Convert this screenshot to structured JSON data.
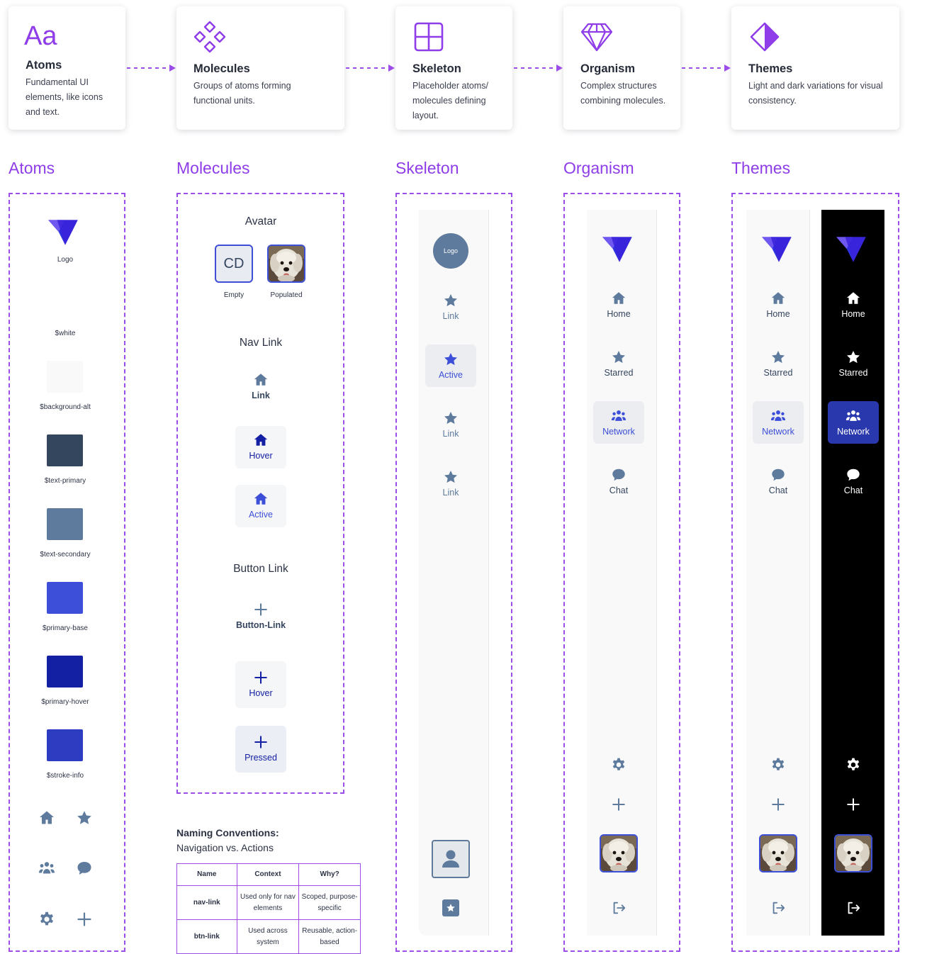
{
  "cards": [
    {
      "icon": "letters-aa-icon",
      "glyph": "Aa",
      "title": "Atoms",
      "desc": "Fundamental UI elements, like icons and text."
    },
    {
      "icon": "molecule-diamonds-icon",
      "title": "Molecules",
      "desc": "Groups of atoms forming functional units."
    },
    {
      "icon": "grid-layout-icon",
      "title": "Skeleton",
      "desc": "Placeholder atoms/ molecules defining layout."
    },
    {
      "icon": "gem-icon",
      "title": "Organism",
      "desc": "Complex structures combining molecules."
    },
    {
      "icon": "half-diamond-icon",
      "title": "Themes",
      "desc": "Light and dark variations for visual consistency."
    }
  ],
  "sections": {
    "atoms": "Atoms",
    "molecules": "Molecules",
    "skeleton": "Skeleton",
    "organism": "Organism",
    "themes": "Themes"
  },
  "atoms": {
    "logo_label": "Logo",
    "swatches": [
      {
        "label": "$white",
        "color": "#ffffff"
      },
      {
        "label": "$background-alt",
        "color": "#f9f9fa"
      },
      {
        "label": "$text-primary",
        "color": "#34455e"
      },
      {
        "label": "$text-secondary",
        "color": "#5e7a9c"
      },
      {
        "label": "$primary-base",
        "color": "#3d4fd9"
      },
      {
        "label": "$primary-hover",
        "color": "#1420a3"
      },
      {
        "label": "$stroke-info",
        "color": "#2e3cc2"
      }
    ],
    "icons": [
      "home-icon",
      "star-icon",
      "people-icon",
      "chat-icon",
      "gear-icon",
      "plus-icon"
    ]
  },
  "molecules": {
    "avatar_heading": "Avatar",
    "avatar_initials": "CD",
    "avatar_empty_label": "Empty",
    "avatar_populated_label": "Populated",
    "navlink_heading": "Nav Link",
    "navlink_states": [
      "Link",
      "Hover",
      "Active"
    ],
    "buttonlink_heading": "Button Link",
    "buttonlink_states": [
      "Button-Link",
      "Hover",
      "Pressed"
    ]
  },
  "skeleton": {
    "logo_placeholder": "Logo",
    "items": [
      "Link",
      "Active",
      "Link",
      "Link"
    ]
  },
  "organism": {
    "items": [
      "Home",
      "Starred",
      "Network",
      "Chat"
    ]
  },
  "themes": {
    "light_items": [
      "Home",
      "Starred",
      "Network",
      "Chat"
    ],
    "dark_items": [
      "Home",
      "Starred",
      "Network",
      "Chat"
    ]
  },
  "naming": {
    "title": "Naming Conventions:",
    "subtitle": "Navigation vs. Actions",
    "headers": [
      "Name",
      "Context",
      "Why?"
    ],
    "rows": [
      {
        "name": "nav-link",
        "context": "Used only for nav elements",
        "why": "Scoped, purpose-specific"
      },
      {
        "name": "btn-link",
        "context": "Used across system",
        "why": "Reusable, action-based"
      }
    ]
  },
  "colors": {
    "accent": "#9d4ee9",
    "primary": "#3d4fd9",
    "text_primary": "#34455e",
    "text_secondary": "#5e7a9c",
    "dark_bg": "#000000"
  }
}
